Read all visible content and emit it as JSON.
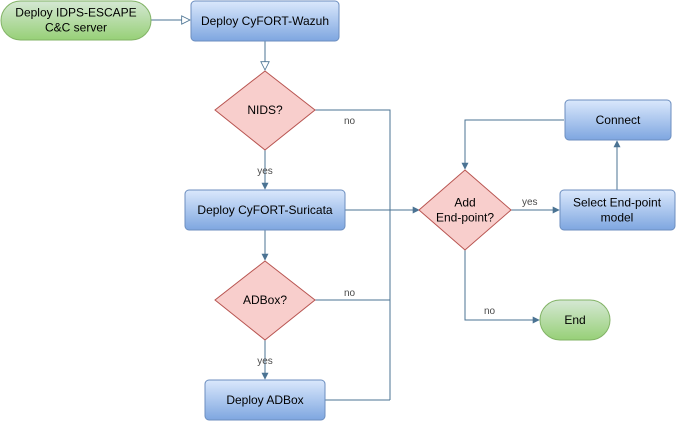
{
  "nodes": {
    "start": "Deploy IDPS-ESCAPE\nC&C server",
    "deploy_wazuh": "Deploy CyFORT-Wazuh",
    "nids": "NIDS?",
    "deploy_suricata": "Deploy CyFORT-Suricata",
    "adbox_decision": "ADBox?",
    "deploy_adbox": "Deploy ADBox",
    "add_endpoint": "Add\nEnd-point?",
    "select_model": "Select End-point\nmodel",
    "connect": "Connect",
    "end": "End"
  },
  "edge_labels": {
    "nids_yes": "yes",
    "nids_no": "no",
    "adbox_yes": "yes",
    "adbox_no": "no",
    "endpoint_yes": "yes",
    "endpoint_no": "no"
  },
  "colors": {
    "terminal_fill_top": "#d5e8d4",
    "terminal_fill_bottom": "#97d077",
    "terminal_stroke": "#82b366",
    "process_fill_top": "#dae8fc",
    "process_fill_bottom": "#7ea6e0",
    "process_stroke": "#6c8ebf",
    "decision_fill": "#f8cecc",
    "decision_stroke": "#b85450",
    "edge": "#4b7393"
  }
}
